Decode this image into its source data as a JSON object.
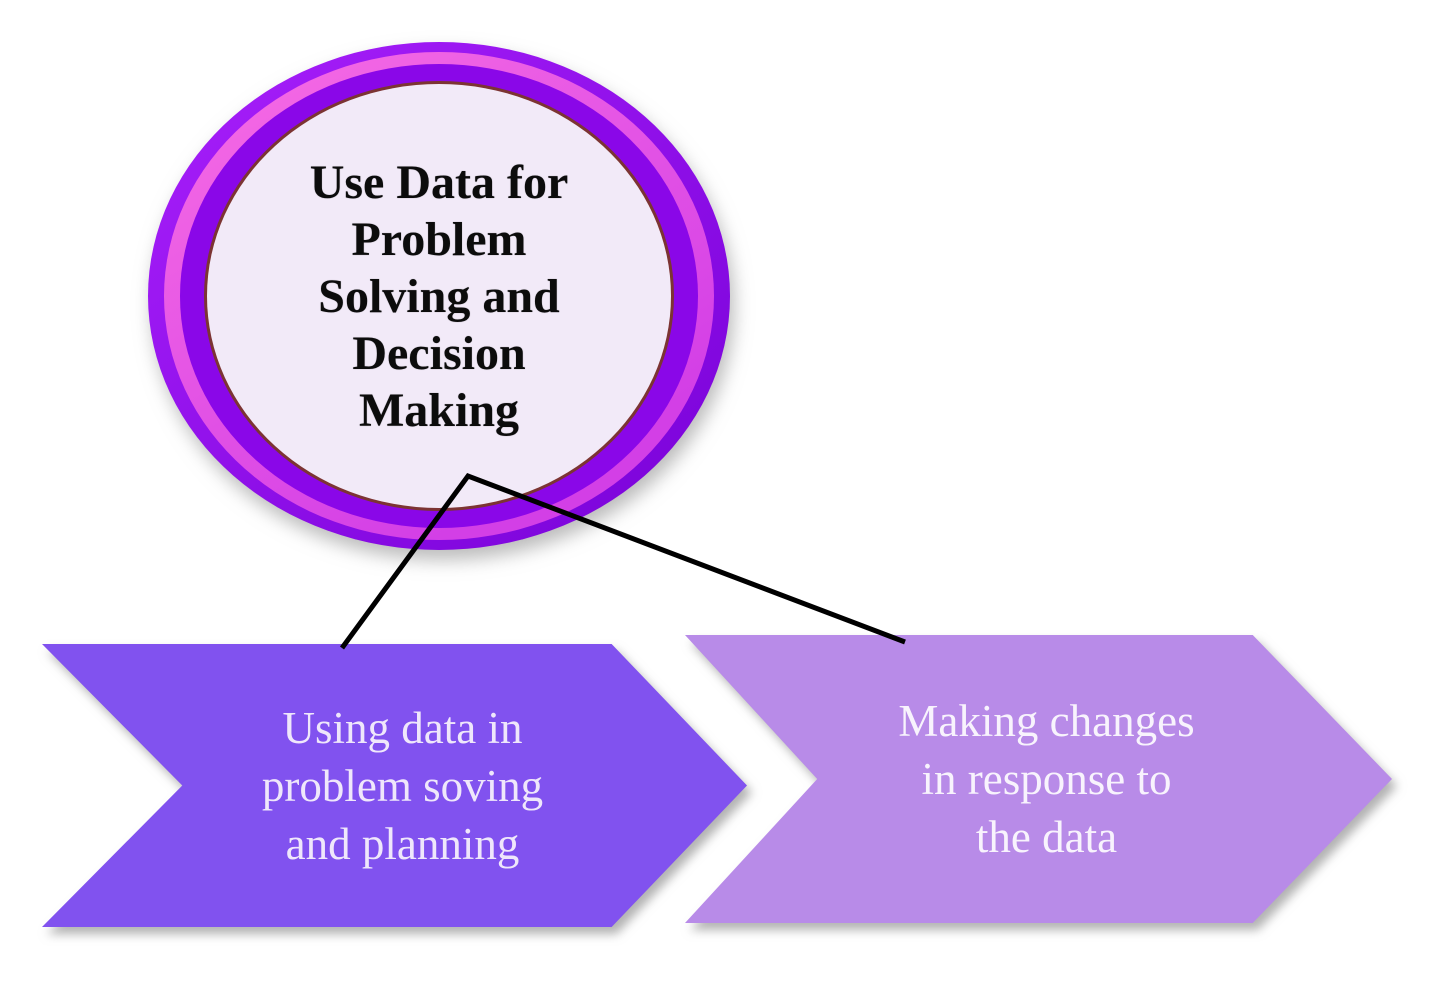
{
  "canvas": {
    "background": "#FFFFFF"
  },
  "circle": {
    "lines": [
      "Use Data for",
      "Problem",
      "Solving and",
      "Decision",
      "Making"
    ],
    "colors": {
      "ring_light": "#A11BF6",
      "ring_dark": "#7E05DC",
      "highlight_light": "#F468E4",
      "highlight_dark": "#D33FE6",
      "ring_mid": "#8A07E8",
      "trim": "#7C3433",
      "fill": "#F2EAF8",
      "text": "#0C0C0C"
    }
  },
  "arrows": [
    {
      "position": "left",
      "lines": [
        "Using data in",
        "problem soving",
        "and planning"
      ],
      "fill": "#8152EF",
      "text_color": "#EFE7FB"
    },
    {
      "position": "right",
      "lines": [
        "Making changes",
        "in response to",
        "the data"
      ],
      "fill": "#B88BE8",
      "text_color": "#F8F3FD"
    }
  ],
  "connectors": {
    "color": "#000000"
  }
}
